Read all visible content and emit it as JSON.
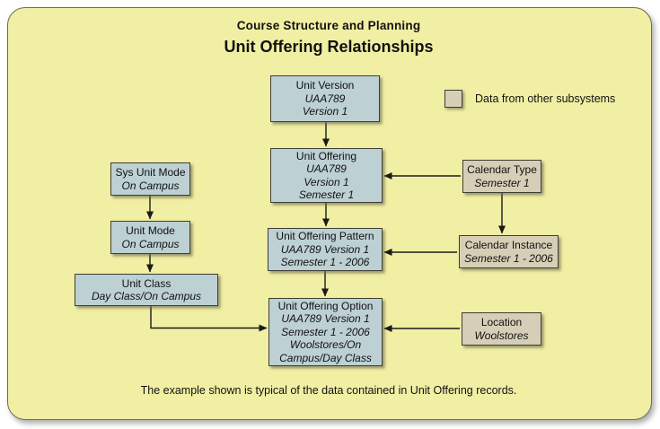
{
  "header": {
    "supertitle": "Course Structure and Planning",
    "title": "Unit Offering Relationships"
  },
  "legend": {
    "label": "Data from other subsystems"
  },
  "colors": {
    "canvas_background": "#F1EFA3",
    "record_box": "#BDD0D4",
    "subsystem_box": "#D7CEB7",
    "arrow": "#1A1A1A"
  },
  "nodes": [
    {
      "id": "unit-version",
      "type": "record",
      "title": "Unit Version",
      "details": [
        "UAA789",
        "Version 1"
      ]
    },
    {
      "id": "unit-offering",
      "type": "record",
      "title": "Unit Offering",
      "details": [
        "UAA789",
        "Version 1",
        "Semester 1"
      ]
    },
    {
      "id": "unit-offering-pattern",
      "type": "record",
      "title": "Unit Offering Pattern",
      "details": [
        "UAA789 Version 1",
        "Semester 1 - 2006"
      ]
    },
    {
      "id": "unit-offering-option",
      "type": "record",
      "title": "Unit Offering Option",
      "details": [
        "UAA789 Version 1",
        "Semester 1 - 2006",
        "Woolstores/On Campus/Day Class"
      ]
    },
    {
      "id": "sys-unit-mode",
      "type": "record",
      "title": "Sys Unit Mode",
      "details": [
        "On Campus"
      ]
    },
    {
      "id": "unit-mode",
      "type": "record",
      "title": "Unit Mode",
      "details": [
        "On Campus"
      ]
    },
    {
      "id": "unit-class",
      "type": "record",
      "title": "Unit Class",
      "details": [
        "Day Class/On Campus"
      ]
    },
    {
      "id": "calendar-type",
      "type": "subsystem",
      "title": "Calendar Type",
      "details": [
        "Semester 1"
      ]
    },
    {
      "id": "calendar-instance",
      "type": "subsystem",
      "title": "Calendar Instance",
      "details": [
        "Semester 1 - 2006"
      ]
    },
    {
      "id": "location",
      "type": "subsystem",
      "title": "Location",
      "details": [
        "Woolstores"
      ]
    }
  ],
  "footnote": "The example shown is typical of the data contained in Unit Offering records."
}
